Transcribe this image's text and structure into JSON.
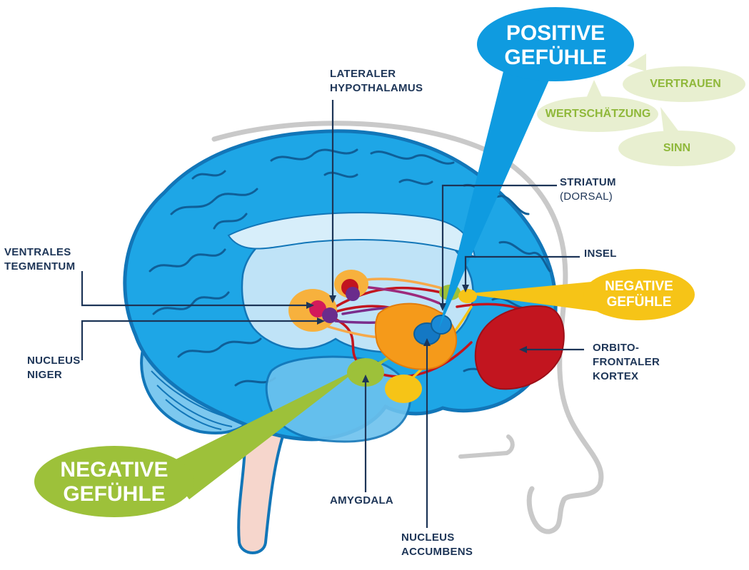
{
  "labels": {
    "lateraler_hypothalamus": [
      "LATERALER",
      "HYPOTHALAMUS"
    ],
    "striatum": [
      "STRIATUM",
      "(DORSAL)"
    ],
    "insel": "INSEL",
    "ventrales_tegmentum": [
      "VENTRALES",
      "TEGMENTUM"
    ],
    "nucleus_niger": [
      "NUCLEUS",
      "NIGER"
    ],
    "orbitofrontaler_kortex": [
      "ORBITO-",
      "FRONTALER",
      "KORTEX"
    ],
    "amygdala": "AMYGDALA",
    "nucleus_accumbens": [
      "NUCLEUS",
      "ACCUMBENS"
    ]
  },
  "bubbles": {
    "positive": [
      "POSITIVE",
      "GEFÜHLE"
    ],
    "negative_right": [
      "NEGATIVE",
      "GEFÜHLE"
    ],
    "negative_left": [
      "NEGATIVE",
      "GEFÜHLE"
    ],
    "values": [
      "VERTRAUEN",
      "WERTSCHÄTZUNG",
      "SINN"
    ]
  },
  "colors": {
    "brain": "#1ea6e6",
    "brain_dark": "#1276b8",
    "positive_bubble": "#0f9be0",
    "negative_yellow": "#f6c417",
    "negative_green": "#9dc13a",
    "value_bubble": "#e8efd0",
    "orbitofrontal": "#c2151f",
    "label_text": "#1d3557"
  }
}
